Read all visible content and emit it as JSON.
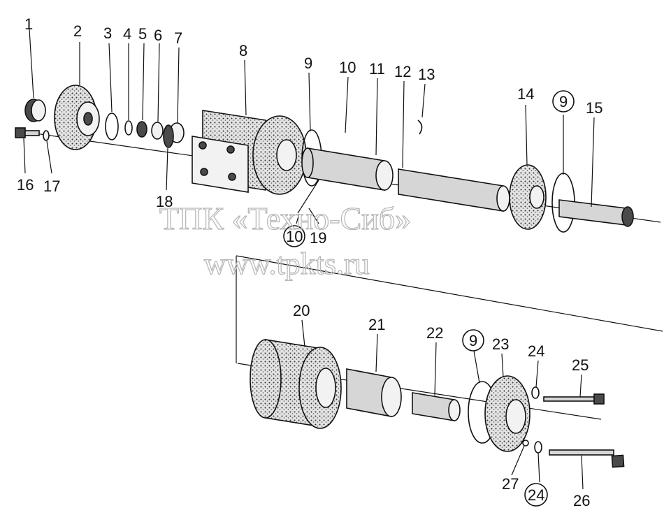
{
  "watermark": {
    "line1": "ТПК «Техно-Сиб»",
    "line2": "www.tpkts.ru"
  },
  "labels": {
    "n1": "1",
    "n2": "2",
    "n3": "3",
    "n4": "4",
    "n5": "5",
    "n6": "6",
    "n7": "7",
    "n8": "8",
    "n9": "9",
    "n10": "10",
    "n11": "11",
    "n12": "12",
    "n13": "13",
    "n14": "14",
    "n9b": "9",
    "n15": "15",
    "n16": "16",
    "n17": "17",
    "n18": "18",
    "n10b": "10",
    "n19": "19",
    "n20": "20",
    "n21": "21",
    "n22": "22",
    "n9c": "9",
    "n23": "23",
    "n24": "24",
    "n25": "25",
    "n27": "27",
    "n24b": "24",
    "n26": "26"
  }
}
